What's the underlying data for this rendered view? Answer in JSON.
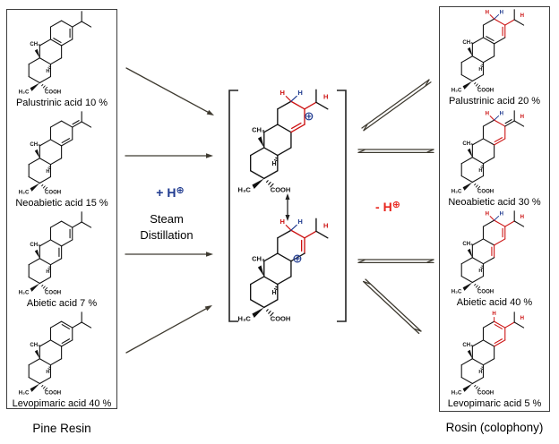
{
  "atoms": {
    "ch3": "CH₃",
    "h3c": "H₃C",
    "cooh": "COOH",
    "h": "H"
  },
  "pine_resin": {
    "label": "Pine Resin",
    "compounds": [
      {
        "name": "Palustrinic acid 10 %"
      },
      {
        "name": "Neoabietic acid 15 %"
      },
      {
        "name": "Abietic acid 7 %"
      },
      {
        "name": "Levopimaric acid 40 %"
      }
    ]
  },
  "rosin": {
    "label": "Rosin (colophony)",
    "compounds": [
      {
        "name": "Palustrinic acid 20 %"
      },
      {
        "name": "Neoabietic acid 30 %"
      },
      {
        "name": "Abietic acid 40 %"
      },
      {
        "name": "Levopimaric acid 5 %"
      }
    ]
  },
  "reaction": {
    "forward": "+ H",
    "forward_sup": "⊕",
    "process_line1": "Steam",
    "process_line2": "Distillation",
    "reverse": "- H",
    "reverse_sup": "⊕"
  },
  "colors": {
    "bond": "#111111",
    "highlight": "#cc1111",
    "proton_blue": "#1f3a8f",
    "loss_red": "#e8251d",
    "arrow": "#3e3a30",
    "box_border": "#3d3d3d"
  }
}
